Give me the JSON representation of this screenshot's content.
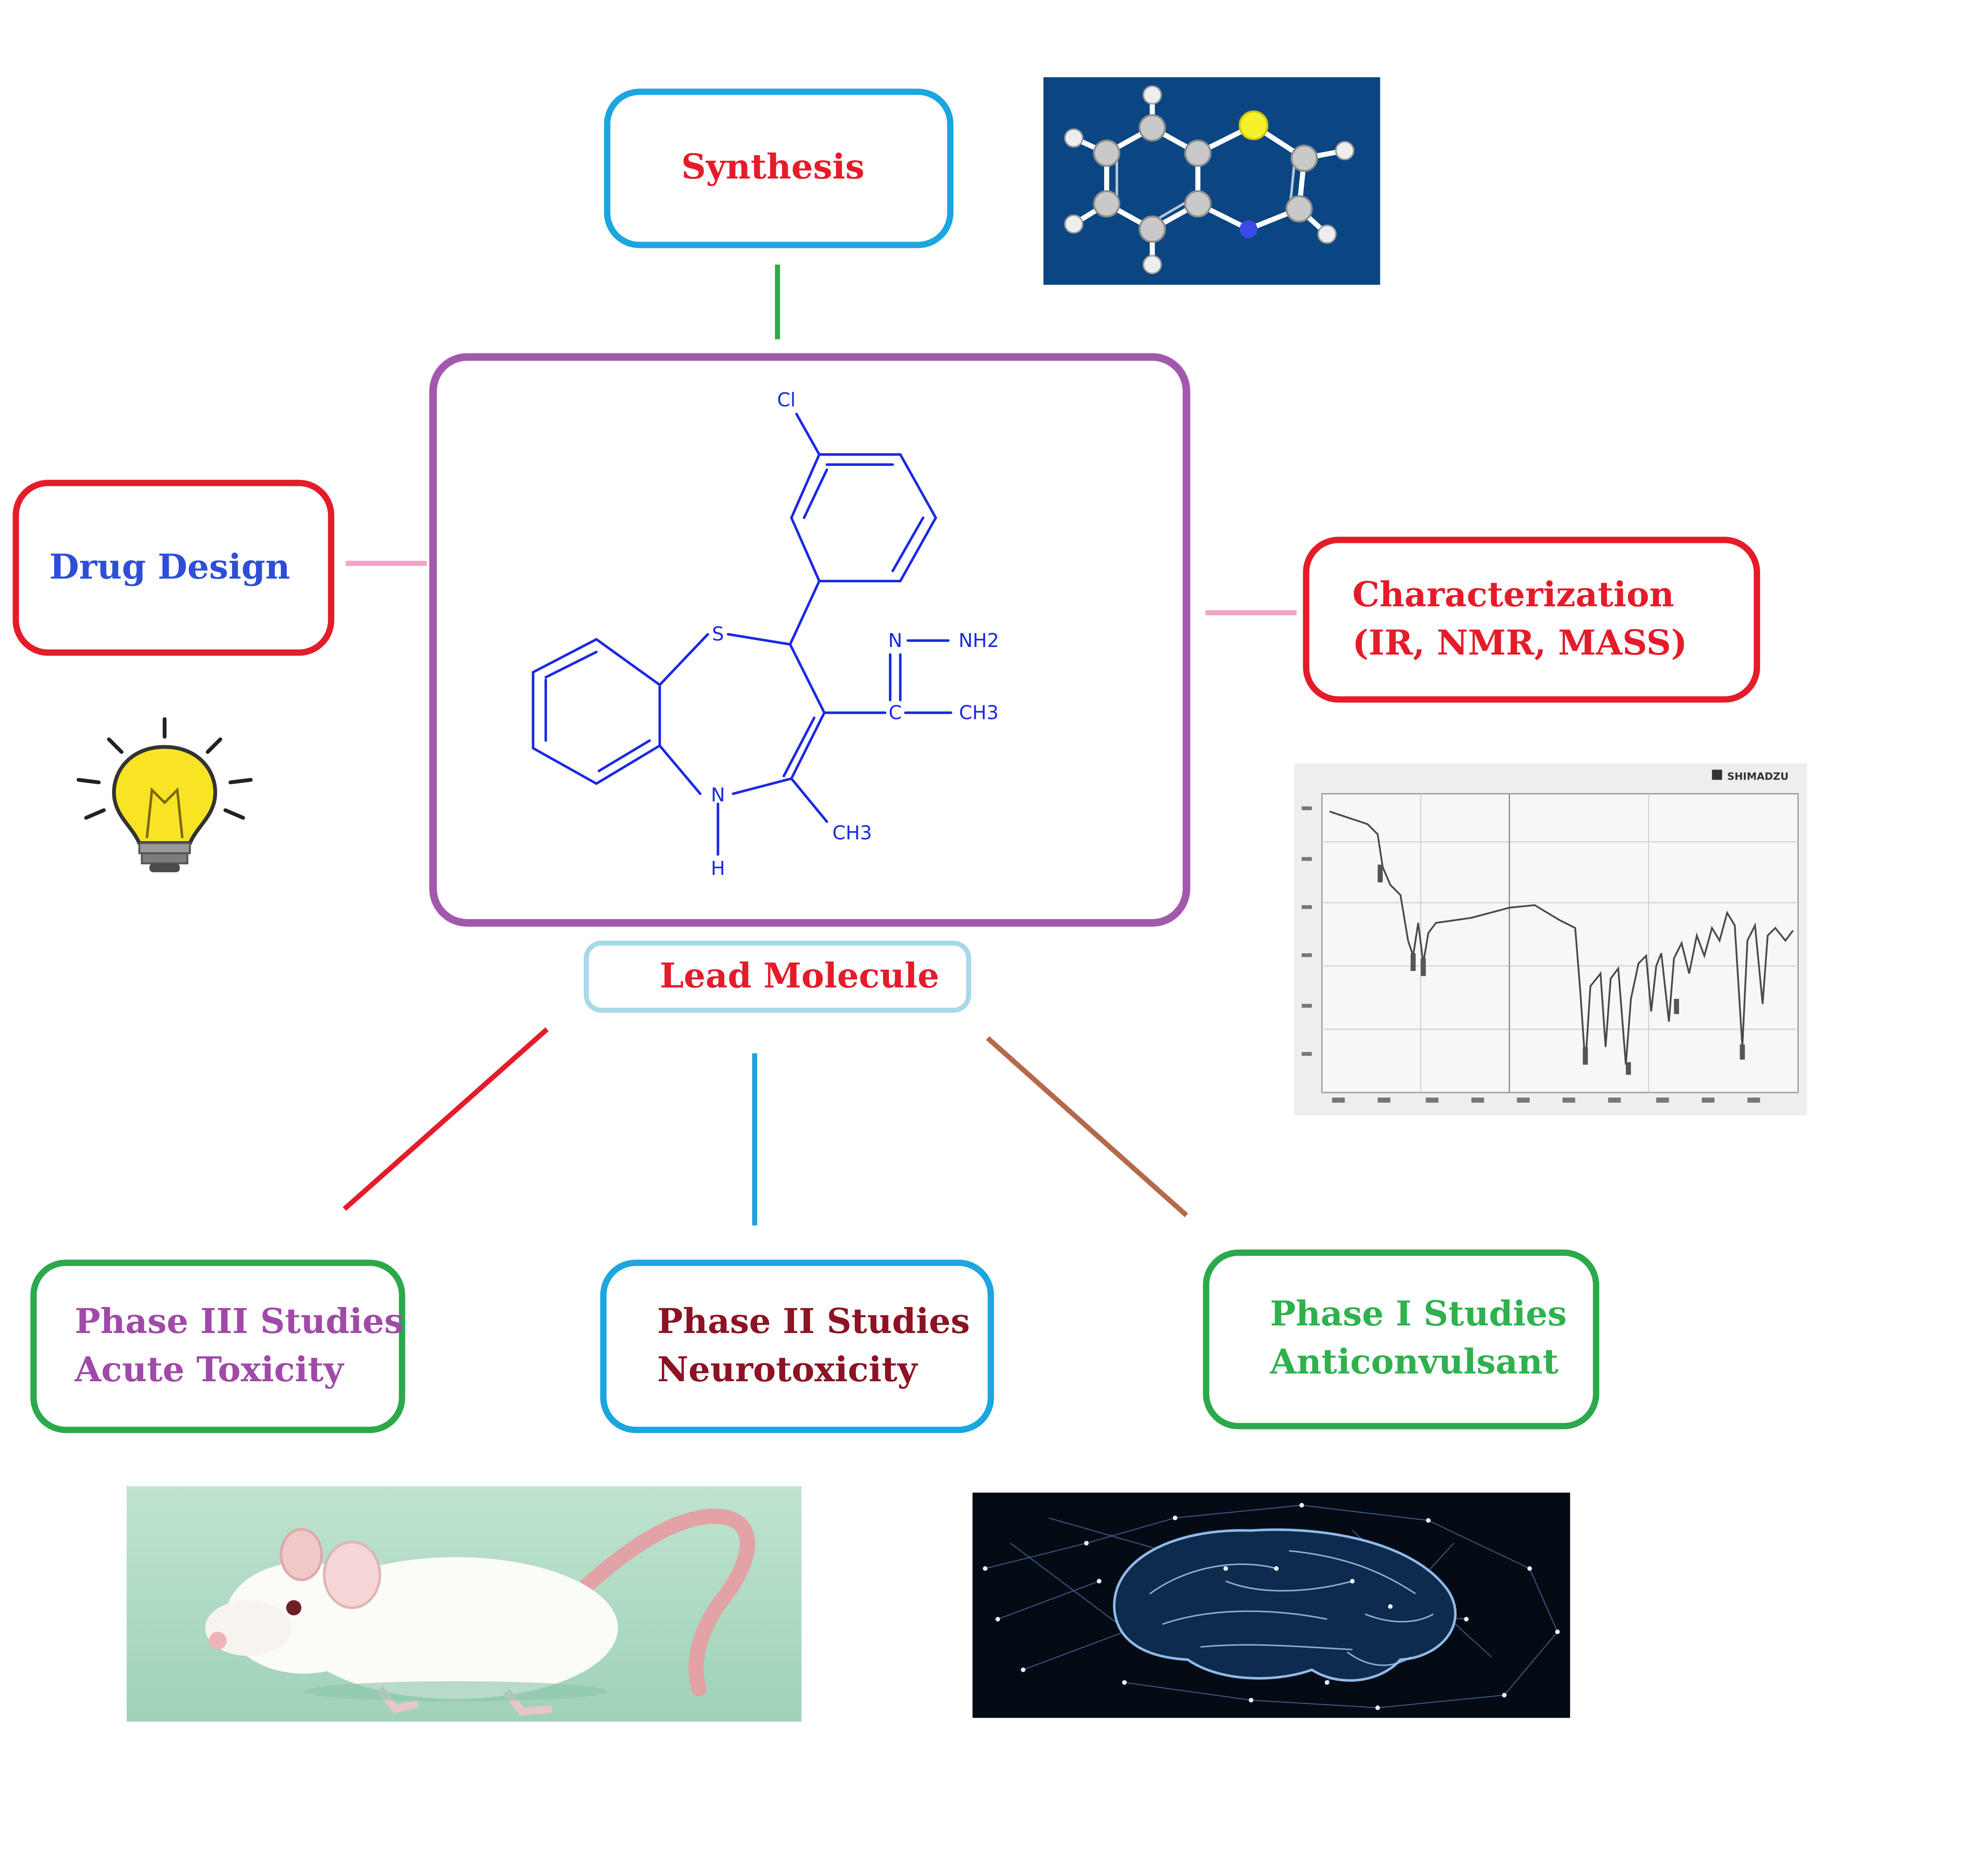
{
  "colors": {
    "red": "#e41c2a",
    "blue_text": "#2f4ed8",
    "purple_text": "#a04aa8",
    "maroon_text": "#8b1324",
    "green_text": "#2fb14e",
    "sky_border": "#1ba6e0",
    "purple_border": "#a259ad",
    "green_border": "#2ca94a",
    "pink_connector": "#f3a4c4",
    "brown_connector": "#b46a4a",
    "molecule_blue": "#1c28e6"
  },
  "nodes": {
    "synthesis": "Synthesis",
    "drug_design": "Drug Design",
    "characterization": {
      "line1": "Characterization",
      "line2": "(IR, NMR, MASS)"
    },
    "lead_molecule": "Lead Molecule",
    "phase3": {
      "line1": "Phase III Studies",
      "line2": "Acute Toxicity"
    },
    "phase2": {
      "line1": "Phase II Studies",
      "line2": "Neurotoxicity"
    },
    "phase1": {
      "line1": "Phase I Studies",
      "line2": "Anticonvulsant"
    }
  },
  "molecule_labels": {
    "cl": "Cl",
    "s": "S",
    "n_ring": "N",
    "h": "H",
    "n_hydrazone": "N",
    "nh2": "NH2",
    "c": "C",
    "ch3_a": "CH3",
    "ch3_b": "CH3"
  },
  "ir_chart": {
    "brand": "SHIMADZU"
  },
  "icons": [
    "lightbulb-icon",
    "molecule-ball-stick-image",
    "ir-spectrum-image",
    "rat-image",
    "brain-network-image"
  ]
}
